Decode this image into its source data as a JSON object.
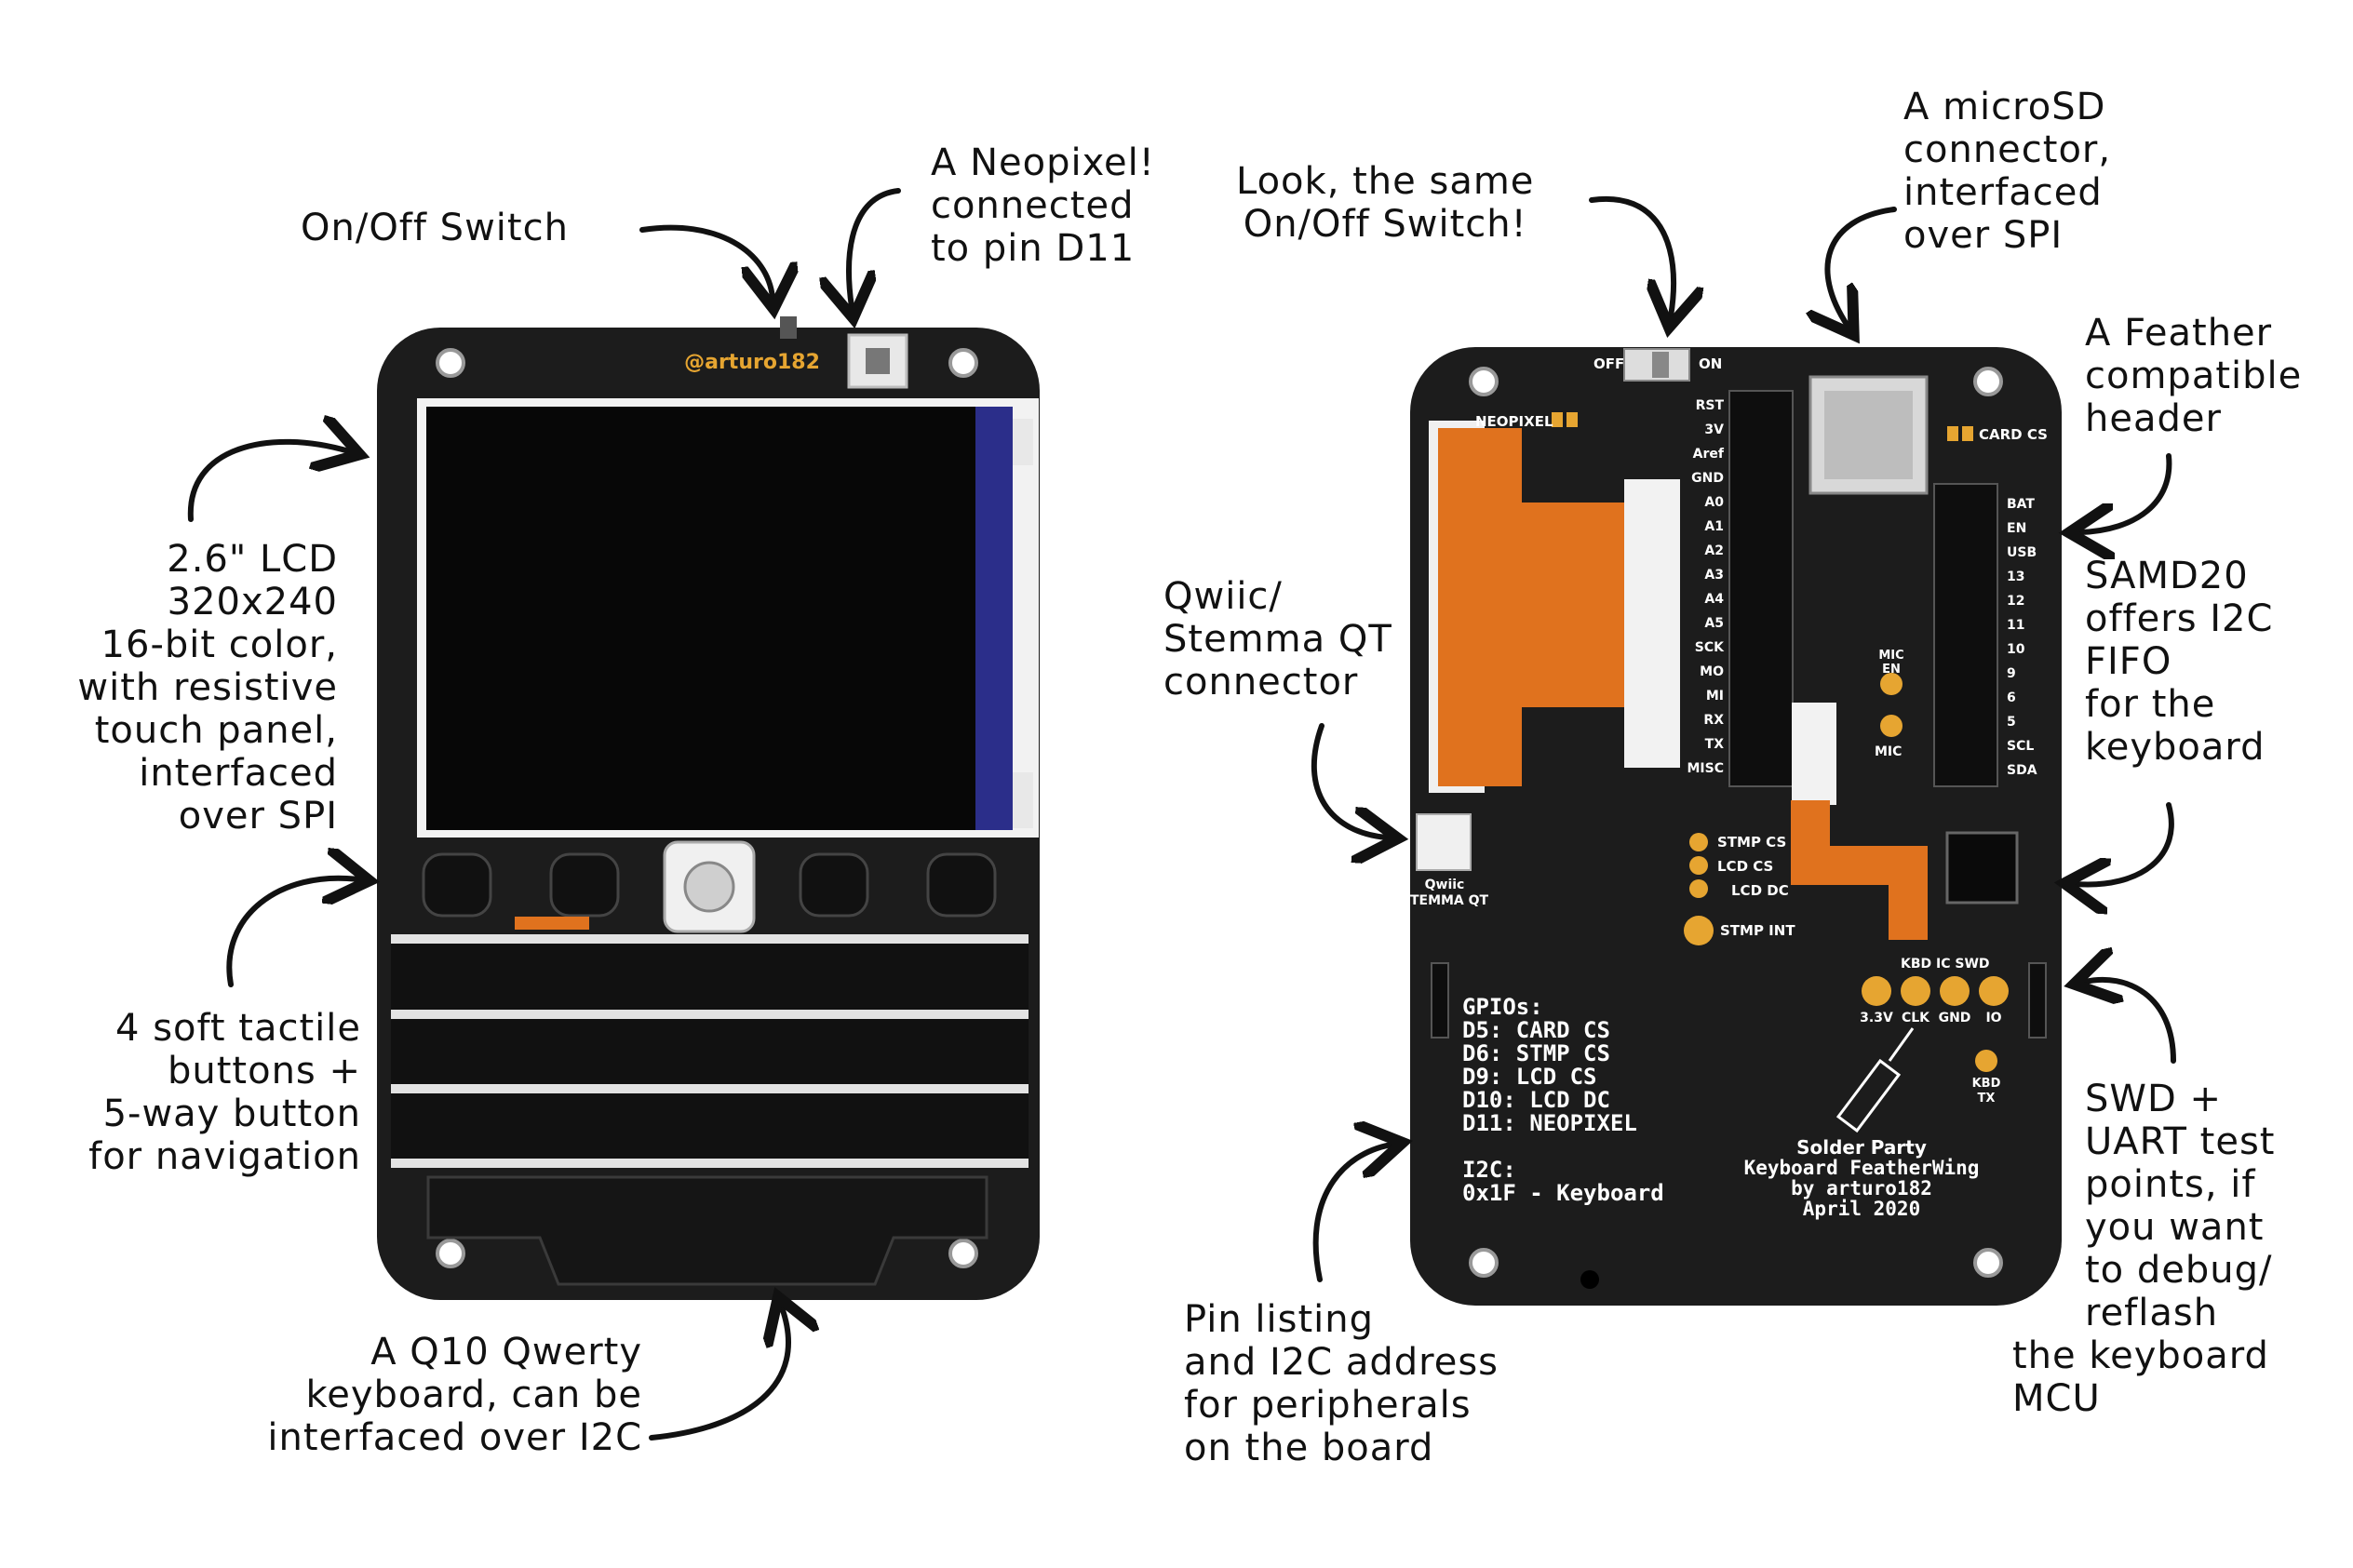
{
  "front": {
    "brand_label": "@arturo182",
    "annotations": {
      "switch": "On/Off Switch",
      "neopixel": "A Neopixel!\nconnected\nto pin D11",
      "lcd": "2.6\" LCD\n320x240\n16-bit color,\nwith resistive\ntouch panel,\ninterfaced\nover SPI",
      "buttons": "4 soft tactile\nbuttons +\n5-way button\nfor navigation",
      "keyboard": "A Q10 Qwerty\nkeyboard, can be\ninterfaced over I2C"
    }
  },
  "back": {
    "annotations": {
      "switch": "Look, the same\nOn/Off Switch!",
      "microsd": "A microSD\nconnector,\ninterfaced\nover SPI",
      "feather": "A Feather\ncompatible\nheader",
      "qwiic": "Qwiic/\nStemma QT\nconnector",
      "samd20": "SAMD20\noffers I2C\nFIFO\nfor the\nkeyboard",
      "swd": "SWD +\nUART test\npoints, if\nyou want\nto debug/\nreflash",
      "swd_tail": "the keyboard\nMCU",
      "pins": "Pin listing\nand I2C address\nfor peripherals\non the board"
    },
    "silkscreen": {
      "off": "OFF",
      "on": "ON",
      "neopixel": "NEOPIXEL",
      "card_cs": "CARD CS",
      "left_pins": [
        "RST",
        "3V",
        "Aref",
        "GND",
        "A0",
        "A1",
        "A2",
        "A3",
        "A4",
        "A5",
        "SCK",
        "MO",
        "MI",
        "RX",
        "TX",
        "MISC"
      ],
      "right_pins": [
        "BAT",
        "EN",
        "USB",
        "13",
        "12",
        "11",
        "10",
        "9",
        "6",
        "5",
        "SCL",
        "SDA"
      ],
      "mic_en": "MIC\nEN",
      "mic": "MIC",
      "stmp_cs": "STMP CS",
      "lcd_cs": "LCD CS",
      "lcd_dc": "LCD DC",
      "stmp_int": "STMP INT",
      "qwiic": "Qwiic\nSTEMMA QT",
      "kbd_header": "KBD IC SWD",
      "test_points": [
        "3.3V",
        "CLK",
        "GND",
        "IO"
      ],
      "kbd_tx": "KBD\nTX",
      "gpio_title": "GPIOs:",
      "gpio_lines": [
        "D5: CARD CS",
        "D6: STMP CS",
        "D9: LCD CS",
        "D10: LCD DC",
        "D11: NEOPIXEL"
      ],
      "i2c_title": "I2C:",
      "i2c_line": "0x1F - Keyboard",
      "credits": [
        "Solder Party",
        "Keyboard FeatherWing",
        "by arturo182",
        "April 2020"
      ]
    }
  },
  "colors": {
    "board": "#1c1c1c",
    "pad": "#e6a531",
    "flex": "#e0721e",
    "lcd_edge": "#2b2e8a"
  }
}
